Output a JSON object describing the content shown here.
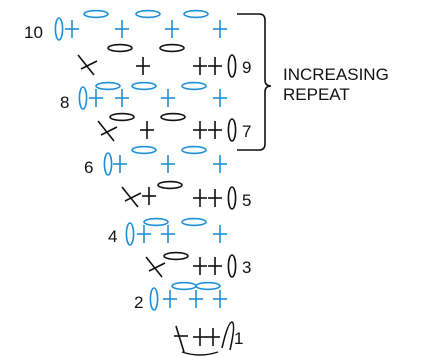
{
  "colors": {
    "blue": "#1f8fd6",
    "black": "#111111"
  },
  "row_labels": [
    "10",
    "9",
    "8",
    "7",
    "6",
    "5",
    "4",
    "3",
    "2",
    "1"
  ],
  "bracket": {
    "line1": "INCREASING",
    "line2": "REPEAT"
  }
}
